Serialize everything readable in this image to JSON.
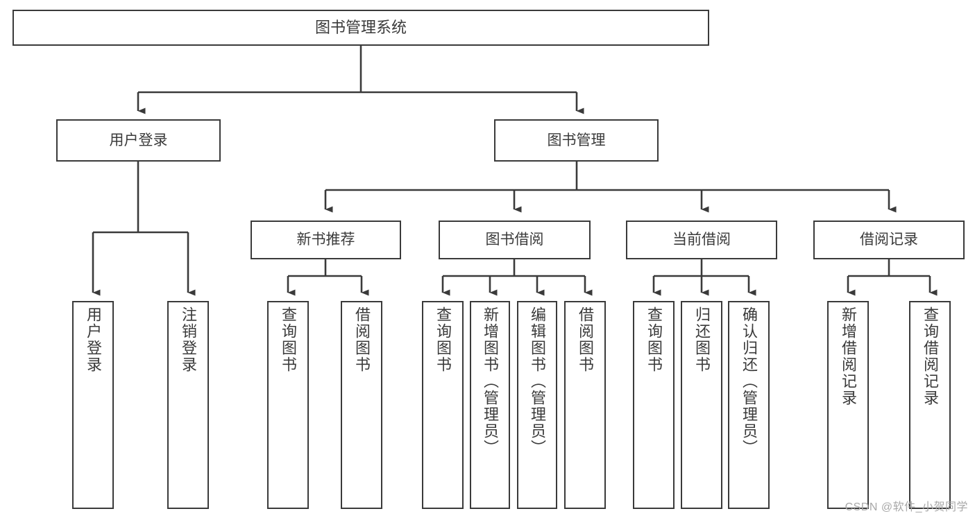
{
  "diagram": {
    "title": "图书管理系统",
    "type": "hierarchy-tree",
    "watermark": "CSDN @软件_小贺同学",
    "colors": {
      "stroke": "#3a3a3a",
      "fill": "#ffffff",
      "text": "#3a3a3a",
      "watermark": "#a8a8a8"
    },
    "nodes": {
      "root": {
        "label": "图书管理系统",
        "level": 1
      },
      "l2": [
        {
          "id": "user-login",
          "label": "用户登录",
          "level": 2
        },
        {
          "id": "book-manage",
          "label": "图书管理",
          "level": 2
        }
      ],
      "l3": [
        {
          "id": "new-book-rec",
          "label": "新书推荐",
          "level": 3,
          "parent": "book-manage"
        },
        {
          "id": "book-borrow",
          "label": "图书借阅",
          "level": 3,
          "parent": "book-manage"
        },
        {
          "id": "current-borrow",
          "label": "当前借阅",
          "level": 3,
          "parent": "book-manage"
        },
        {
          "id": "borrow-record",
          "label": "借阅记录",
          "level": 3,
          "parent": "book-manage"
        }
      ],
      "l4": [
        {
          "id": "leaf-1",
          "label": "用户登录",
          "parent": "user-login"
        },
        {
          "id": "leaf-2",
          "label": "注销登录",
          "parent": "user-login"
        },
        {
          "id": "leaf-3",
          "label": "查询图书",
          "parent": "new-book-rec"
        },
        {
          "id": "leaf-4",
          "label": "借阅图书",
          "parent": "new-book-rec"
        },
        {
          "id": "leaf-5",
          "label": "查询图书",
          "parent": "book-borrow"
        },
        {
          "id": "leaf-6",
          "label": "新增图书（管理员）",
          "parent": "book-borrow"
        },
        {
          "id": "leaf-7",
          "label": "编辑图书（管理员）",
          "parent": "book-borrow"
        },
        {
          "id": "leaf-8",
          "label": "借阅图书",
          "parent": "book-borrow"
        },
        {
          "id": "leaf-9",
          "label": "查询图书",
          "parent": "current-borrow"
        },
        {
          "id": "leaf-10",
          "label": "归还图书",
          "parent": "current-borrow"
        },
        {
          "id": "leaf-11",
          "label": "确认归还（管理员）",
          "parent": "current-borrow"
        },
        {
          "id": "leaf-12",
          "label": "新增借阅记录",
          "parent": "borrow-record"
        },
        {
          "id": "leaf-13",
          "label": "查询借阅记录",
          "parent": "borrow-record"
        }
      ]
    }
  }
}
